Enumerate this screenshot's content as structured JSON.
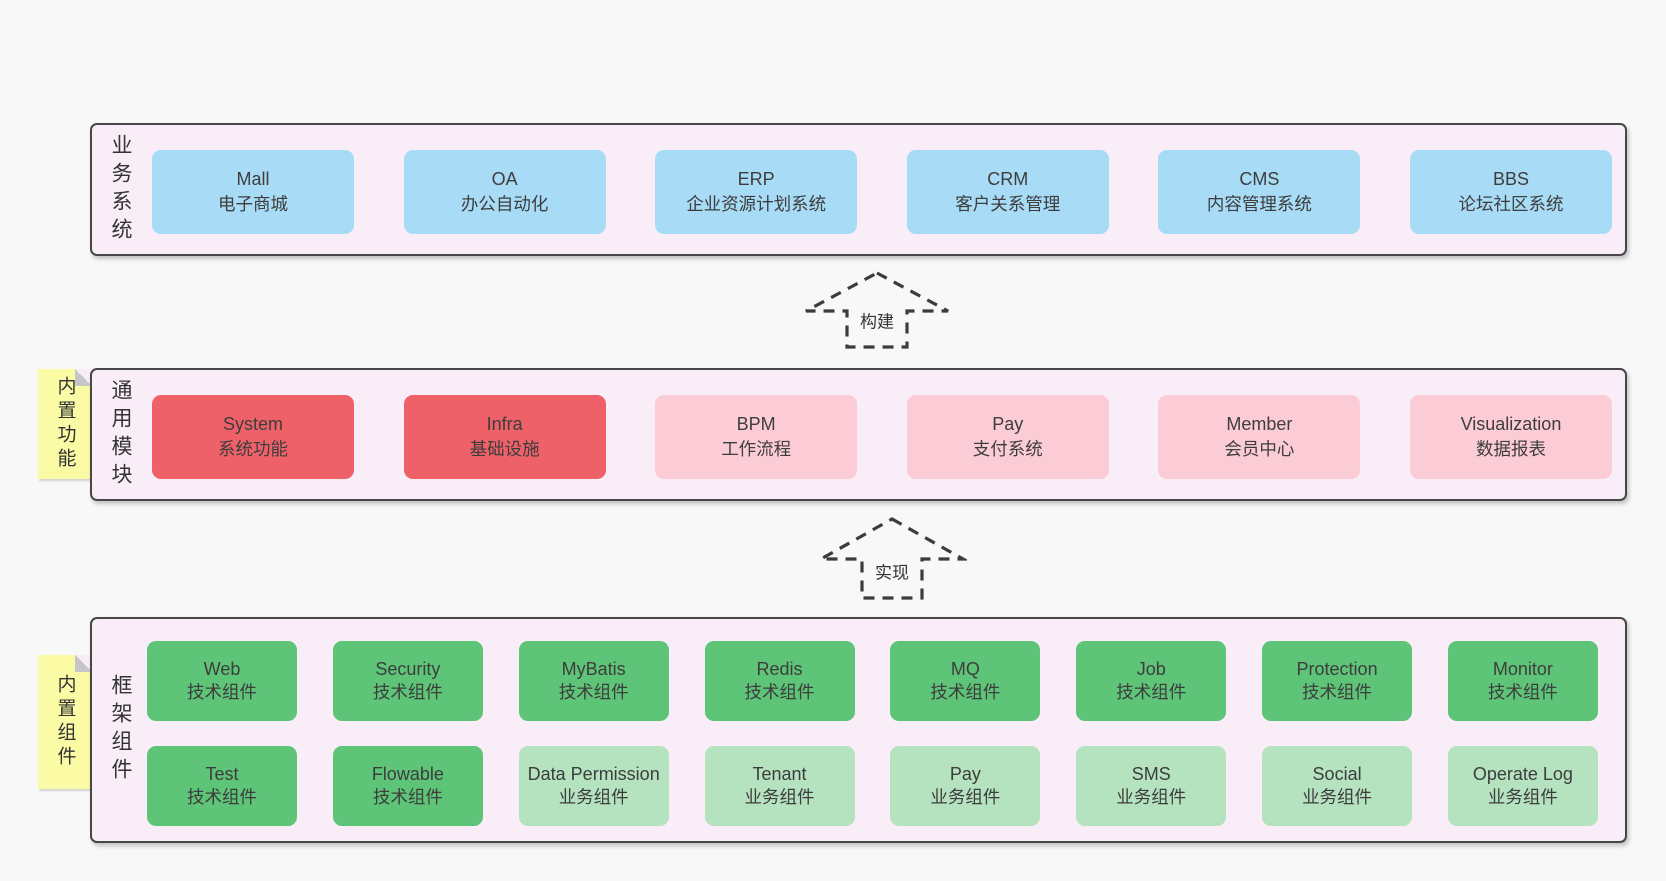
{
  "colors": {
    "page_bg": "#f8f8f8",
    "panel_bg": "#f9eef8",
    "panel_border": "#474747",
    "blue_box": "#a8dbf5",
    "red_box": "#ef6168",
    "pink_box": "#fbccd5",
    "green_box": "#5ec478",
    "light_green_box": "#b5e2bf",
    "note_bg": "#fbfba5",
    "note_fold": "#c6c6c6",
    "text": "#3d3d3d",
    "arrow": "#3c3c3c"
  },
  "layers": {
    "business": {
      "label": "业务系统",
      "boxes": [
        {
          "name": "Mall",
          "desc": "电子商城",
          "type": "blue"
        },
        {
          "name": "OA",
          "desc": "办公自动化",
          "type": "blue"
        },
        {
          "name": "ERP",
          "desc": "企业资源计划系统",
          "type": "blue"
        },
        {
          "name": "CRM",
          "desc": "客户关系管理",
          "type": "blue"
        },
        {
          "name": "CMS",
          "desc": "内容管理系统",
          "type": "blue"
        },
        {
          "name": "BBS",
          "desc": "论坛社区系统",
          "type": "blue"
        }
      ]
    },
    "modules": {
      "label": "通用模块",
      "note": "内置功能",
      "boxes": [
        {
          "name": "System",
          "desc": "系统功能",
          "type": "red"
        },
        {
          "name": "Infra",
          "desc": "基础设施",
          "type": "red"
        },
        {
          "name": "BPM",
          "desc": "工作流程",
          "type": "pink"
        },
        {
          "name": "Pay",
          "desc": "支付系统",
          "type": "pink"
        },
        {
          "name": "Member",
          "desc": "会员中心",
          "type": "pink"
        },
        {
          "name": "Visualization",
          "desc": "数据报表",
          "type": "pink"
        }
      ]
    },
    "components": {
      "label": "框架组件",
      "note": "内置组件",
      "row1": [
        {
          "name": "Web",
          "desc": "技术组件",
          "type": "green"
        },
        {
          "name": "Security",
          "desc": "技术组件",
          "type": "green"
        },
        {
          "name": "MyBatis",
          "desc": "技术组件",
          "type": "green"
        },
        {
          "name": "Redis",
          "desc": "技术组件",
          "type": "green"
        },
        {
          "name": "MQ",
          "desc": "技术组件",
          "type": "green"
        },
        {
          "name": "Job",
          "desc": "技术组件",
          "type": "green"
        },
        {
          "name": "Protection",
          "desc": "技术组件",
          "type": "green"
        },
        {
          "name": "Monitor",
          "desc": "技术组件",
          "type": "green"
        }
      ],
      "row2": [
        {
          "name": "Test",
          "desc": "技术组件",
          "type": "green"
        },
        {
          "name": "Flowable",
          "desc": "技术组件",
          "type": "green"
        },
        {
          "name": "Data Permission",
          "desc": "业务组件",
          "type": "lightgreen"
        },
        {
          "name": "Tenant",
          "desc": "业务组件",
          "type": "lightgreen"
        },
        {
          "name": "Pay",
          "desc": "业务组件",
          "type": "lightgreen"
        },
        {
          "name": "SMS",
          "desc": "业务组件",
          "type": "lightgreen"
        },
        {
          "name": "Social",
          "desc": "业务组件",
          "type": "lightgreen"
        },
        {
          "name": "Operate Log",
          "desc": "业务组件",
          "type": "lightgreen"
        }
      ]
    }
  },
  "arrows": {
    "build": {
      "label": "构建"
    },
    "implement": {
      "label": "实现"
    }
  }
}
